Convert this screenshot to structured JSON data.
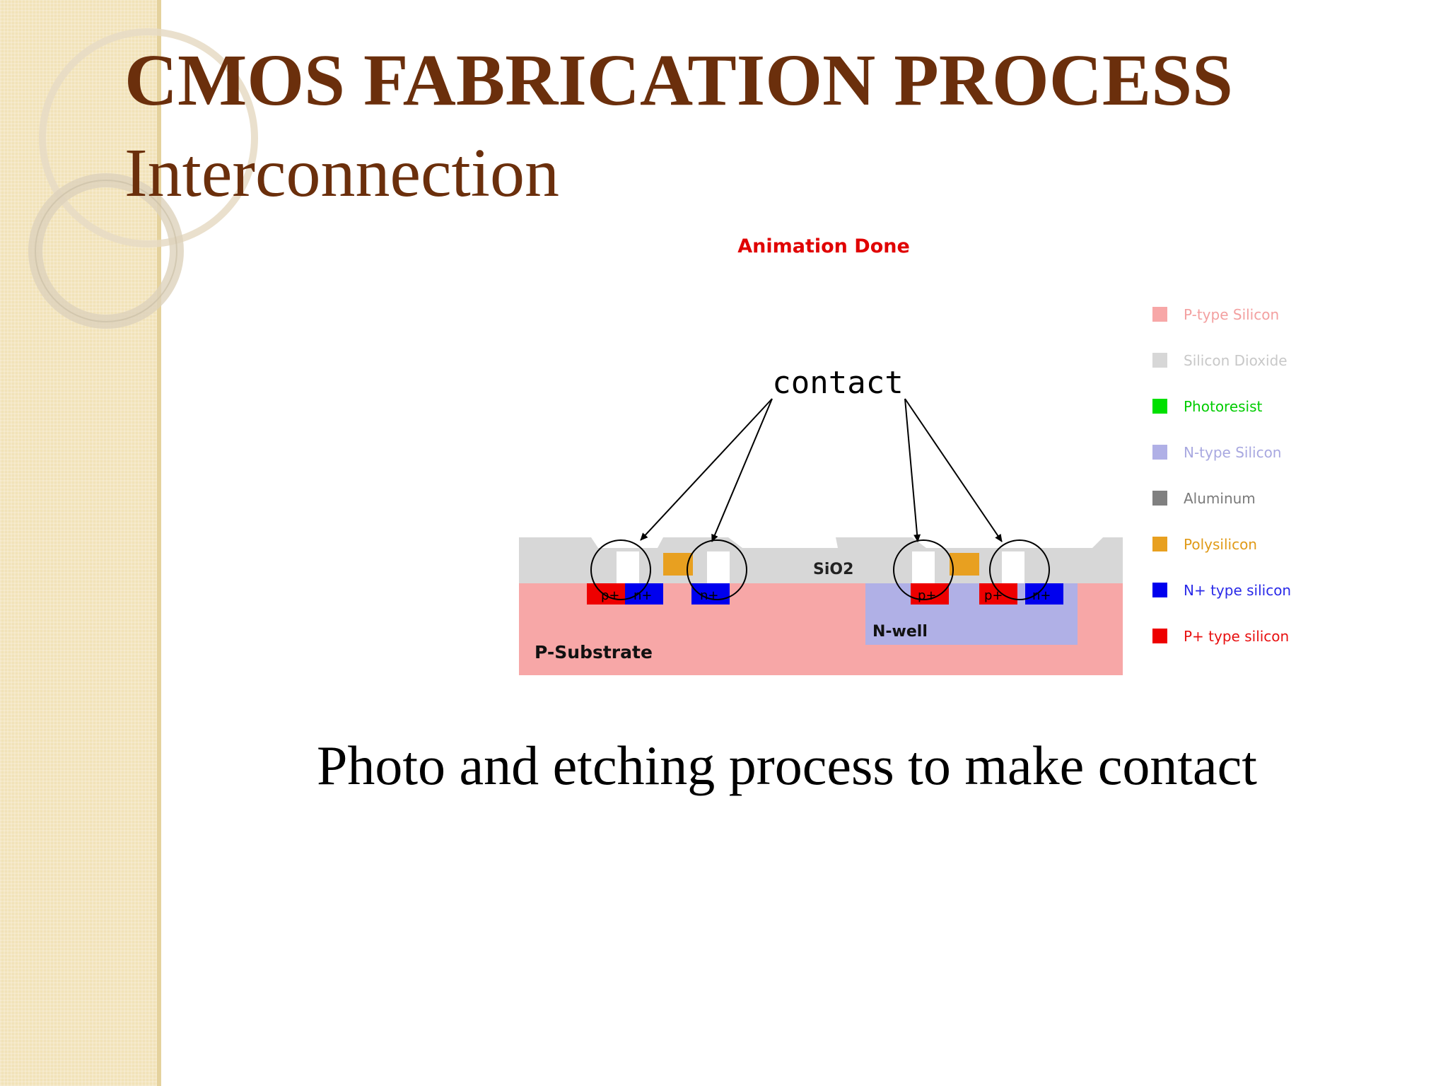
{
  "slide": {
    "title": "CMOS FABRICATION PROCESS",
    "subtitle": "Interconnection",
    "caption": "Photo and etching process to make contact"
  },
  "diagram": {
    "status": "Animation Done",
    "contact_label": "contact",
    "layer_labels": {
      "oxide": "SiO2",
      "nwell": "N-well",
      "substrate": "P-Substrate"
    },
    "diffusion_labels": {
      "p1": "p+",
      "n1": "n+",
      "n2": "n+",
      "p2": "p+",
      "p3": "p+",
      "n3": "n+"
    },
    "legend": [
      {
        "label": "P-type Silicon",
        "color": "#f7a7a7"
      },
      {
        "label": "Silicon Dioxide",
        "color": "#d7d7d7"
      },
      {
        "label": "Photoresist",
        "color": "#00e000"
      },
      {
        "label": "N-type Silicon",
        "color": "#b0b0e6"
      },
      {
        "label": "Aluminum",
        "color": "#808080"
      },
      {
        "label": "Polysilicon",
        "color": "#e8a020"
      },
      {
        "label": "N+ type silicon",
        "color": "#0000ee"
      },
      {
        "label": "P+ type silicon",
        "color": "#ee0000"
      }
    ]
  },
  "colors": {
    "title": "#6b2f0c",
    "status": "#e00000",
    "p_substrate": "#f7a7a7",
    "oxide": "#d7d7d7",
    "nwell": "#b0b0e6",
    "poly": "#e8a020",
    "n_plus": "#0000ee",
    "p_plus": "#ee0000"
  }
}
